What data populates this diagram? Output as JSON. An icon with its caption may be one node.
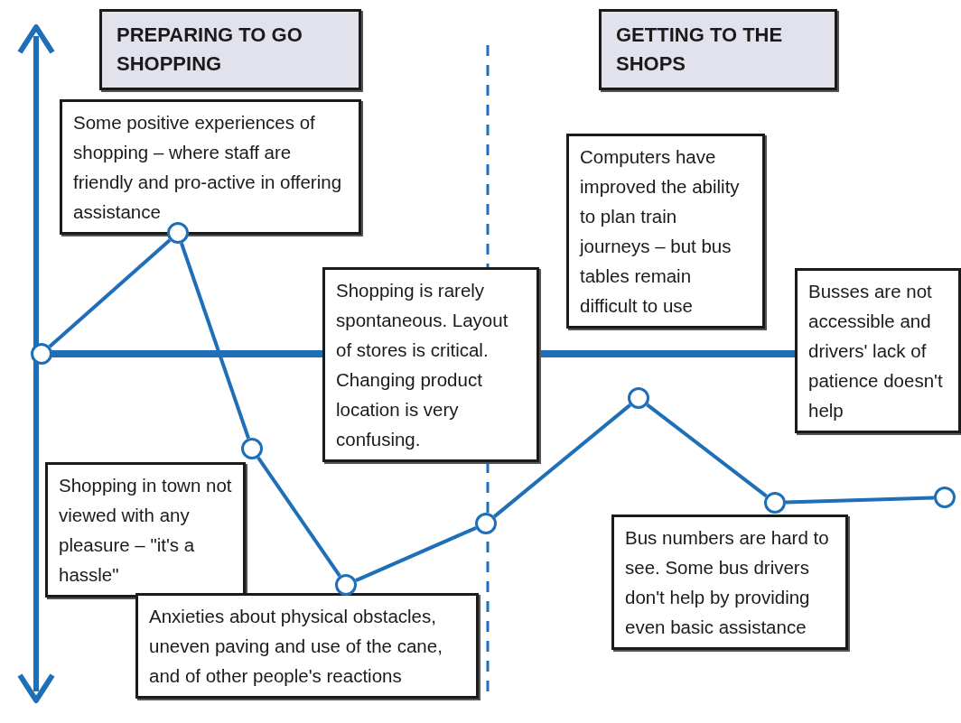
{
  "diagram": {
    "nodes": [
      {
        "text": [
          "PREPARING TO GO SHOPPING"
        ]
      },
      {
        "text": [
          "GETTING TO THE SHOPS"
        ]
      },
      {
        "text": [
          "Some positive experiences of shopping – where staff are friendly and pro-active in offering assistance"
        ]
      },
      {
        "text": [
          "Shopping in town not viewed with any pleasure – \"it's a hassle\""
        ]
      },
      {
        "text": [
          "Anxieties about physical obstacles, uneven paving and use of the cane, and of other people's reactions"
        ]
      },
      {
        "text": [
          "Shopping is rarely spontaneous. Layout of stores is critical. Changing product location is very confusing."
        ]
      },
      {
        "text": [
          "Computers have improved the ability to plan train journeys – but bus tables remain difficult to use"
        ]
      },
      {
        "text": [
          "Busses are not accessible and drivers' lack of patience doesn't help"
        ]
      },
      {
        "text": [
          "Bus numbers are hard to see. Some bus drivers don't help by providing even basic assistance"
        ]
      },
      {
        "text": [],
        "shape": "circle"
      },
      {
        "text": [],
        "shape": "circle"
      },
      {
        "text": [],
        "shape": "circle"
      },
      {
        "text": [],
        "shape": "circle"
      },
      {
        "text": [],
        "shape": "circle"
      },
      {
        "text": [],
        "shape": "circle"
      },
      {
        "text": [],
        "shape": "circle"
      },
      {
        "text": [],
        "shape": "circle"
      }
    ],
    "edges": [
      {
        "from": 9,
        "to": 10,
        "arrow": "none"
      },
      {
        "from": 10,
        "to": 11,
        "arrow": "none"
      },
      {
        "from": 11,
        "to": 12,
        "arrow": "none"
      },
      {
        "from": 12,
        "to": 13,
        "arrow": "none"
      },
      {
        "from": 13,
        "to": 14,
        "arrow": "none"
      },
      {
        "from": 14,
        "to": 15,
        "arrow": "none"
      },
      {
        "from": 15,
        "to": 16,
        "arrow": "none"
      }
    ]
  }
}
